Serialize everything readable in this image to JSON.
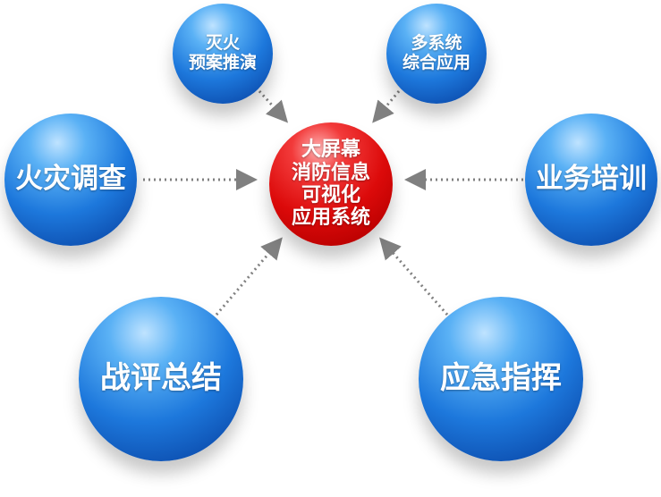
{
  "center": {
    "lines": [
      "大屏幕",
      "消防信息",
      "可视化",
      "应用系统"
    ]
  },
  "nodes": {
    "fire_drill": {
      "lines": [
        "灭火",
        "预案推演"
      ]
    },
    "multi_system": {
      "lines": [
        "多系统",
        "综合应用"
      ]
    },
    "fire_investigation": {
      "label": "火灾调查"
    },
    "business_training": {
      "label": "业务培训"
    },
    "battle_review": {
      "label": "战评总结"
    },
    "emergency_command": {
      "label": "应急指挥"
    }
  },
  "colors": {
    "center": "#dc0a0a",
    "nodes": "#1d78dc",
    "arrows": "#808080"
  }
}
